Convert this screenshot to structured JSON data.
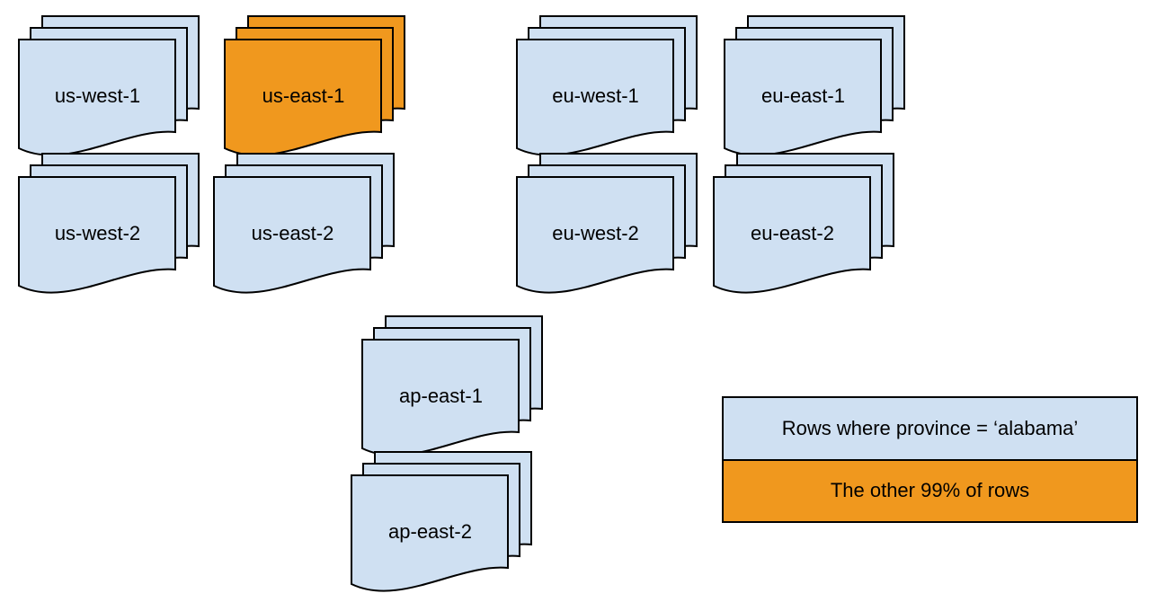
{
  "diagram": {
    "stacks": [
      {
        "name": "us-west-1",
        "label": "us-west-1",
        "highlight": false
      },
      {
        "name": "us-east-1",
        "label": "us-east-1",
        "highlight": true
      },
      {
        "name": "eu-west-1",
        "label": "eu-west-1",
        "highlight": false
      },
      {
        "name": "eu-east-1",
        "label": "eu-east-1",
        "highlight": false
      },
      {
        "name": "us-west-2",
        "label": "us-west-2",
        "highlight": false
      },
      {
        "name": "us-east-2",
        "label": "us-east-2",
        "highlight": false
      },
      {
        "name": "eu-west-2",
        "label": "eu-west-2",
        "highlight": false
      },
      {
        "name": "eu-east-2",
        "label": "eu-east-2",
        "highlight": false
      },
      {
        "name": "ap-east-1",
        "label": "ap-east-1",
        "highlight": false
      },
      {
        "name": "ap-east-2",
        "label": "ap-east-2",
        "highlight": false
      }
    ],
    "legend": {
      "items": [
        {
          "label": "Rows where province = ‘alabama’",
          "color": "#cfe0f2"
        },
        {
          "label": "The other 99% of rows",
          "color": "#f0981e"
        }
      ]
    },
    "colors": {
      "document_blue": "#cfe0f2",
      "document_orange": "#f0981e",
      "outline": "#000000",
      "background": "#ffffff"
    }
  }
}
